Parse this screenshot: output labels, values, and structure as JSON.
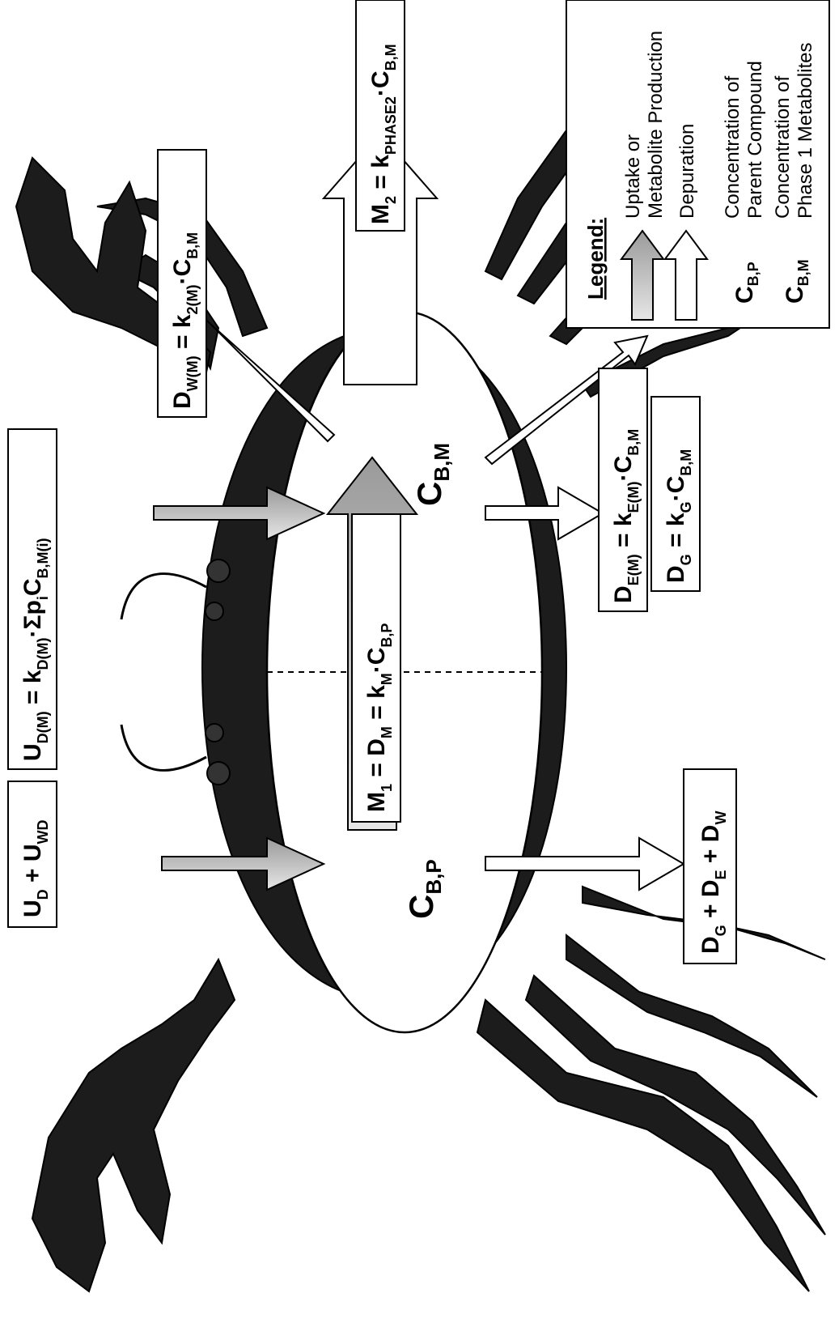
{
  "diagram": {
    "compartments": {
      "parent": {
        "symbol": "C",
        "sub": "B,P"
      },
      "metabolite": {
        "symbol": "C",
        "sub": "B,M"
      }
    },
    "boxes": {
      "uptake_parent": [
        [
          "U",
          "D"
        ],
        [
          " + ",
          ""
        ],
        [
          "U",
          "WD"
        ]
      ],
      "uptake_metabolite": [
        [
          "U",
          "D(M)"
        ],
        [
          " = k",
          ""
        ],
        [
          "",
          "D(M)"
        ],
        [
          "·Σp",
          ""
        ],
        [
          "",
          "i"
        ],
        [
          "C",
          ""
        ],
        [
          "",
          "B,M(i)"
        ]
      ],
      "metabolism_1": [
        [
          "M",
          "1"
        ],
        [
          " = D",
          ""
        ],
        [
          "",
          "M"
        ],
        [
          " = k",
          ""
        ],
        [
          "",
          "M"
        ],
        [
          "·C",
          ""
        ],
        [
          "",
          "B,P"
        ]
      ],
      "depuration_water_metabolite": [
        [
          "D",
          "W(M)"
        ],
        [
          " = k",
          ""
        ],
        [
          "",
          "2(M)"
        ],
        [
          "·C",
          ""
        ],
        [
          "",
          "B,M"
        ]
      ],
      "metabolism_2": [
        [
          "M",
          "2"
        ],
        [
          " = k",
          ""
        ],
        [
          "",
          "PHASE2"
        ],
        [
          "·C",
          ""
        ],
        [
          "",
          "B,M"
        ]
      ],
      "depuration_egestion_metabolite": [
        [
          "D",
          "E(M)"
        ],
        [
          " = k",
          ""
        ],
        [
          "",
          "E(M)"
        ],
        [
          "·C",
          ""
        ],
        [
          "",
          "B,M"
        ]
      ],
      "depuration_growth": [
        [
          "D",
          "G"
        ],
        [
          " = k",
          ""
        ],
        [
          "",
          "G"
        ],
        [
          "·C",
          ""
        ],
        [
          "",
          "B,M"
        ]
      ],
      "depuration_parent": [
        [
          "D",
          "G"
        ],
        [
          " + ",
          ""
        ],
        [
          "D",
          "E"
        ],
        [
          " + ",
          ""
        ],
        [
          "D",
          "W"
        ]
      ]
    },
    "legend": {
      "title": "Legend:",
      "uptake_line1": "Uptake or",
      "uptake_line2": "Metabolite Production",
      "depuration": "Depuration",
      "cbp_symbol": "C",
      "cbp_sub": "B,P",
      "cbp_line1": "Concentration of",
      "cbp_line2": "Parent Compound",
      "cbm_symbol": "C",
      "cbm_sub": "B,M",
      "cbm_line1": "Concentration of",
      "cbm_line2": "Phase 1 Metabolites"
    },
    "colors": {
      "uptake_arrow": "#bdbdbd",
      "depuration_arrow": "#ffffff",
      "crab_shell": "#1c1c1c",
      "outline": "#000000"
    }
  }
}
